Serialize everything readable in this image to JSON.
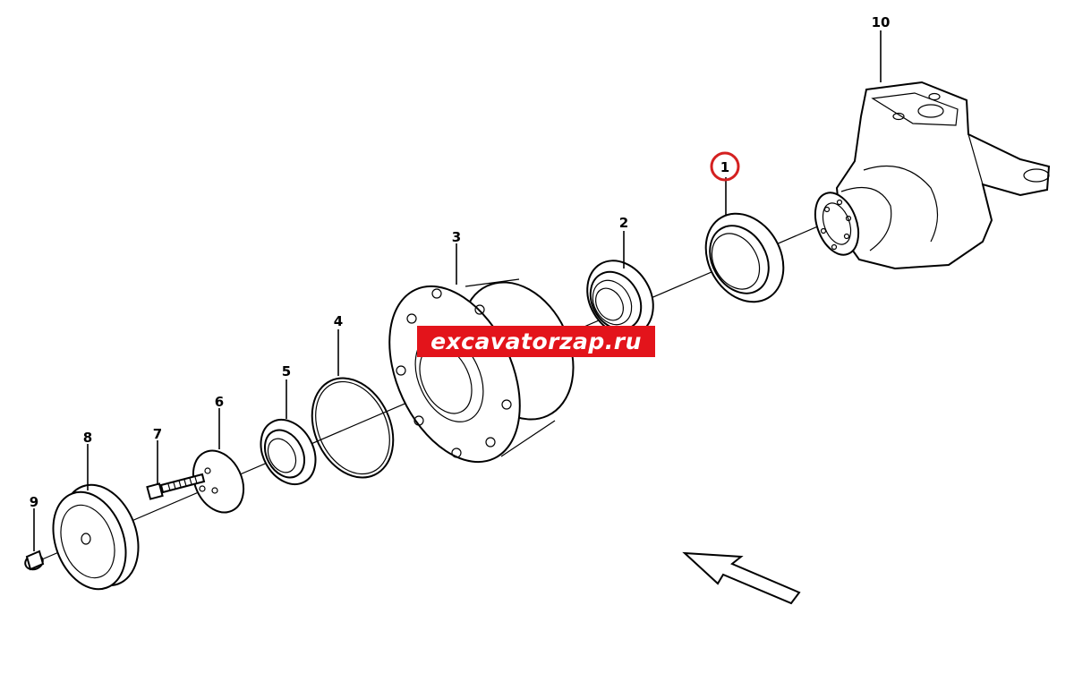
{
  "diagram": {
    "highlight_color": "#d42020",
    "highlighted_callout": "1",
    "parts": [
      {
        "callout": "1",
        "name": "seal-ring"
      },
      {
        "callout": "2",
        "name": "inner-bearing"
      },
      {
        "callout": "3",
        "name": "wheel-hub"
      },
      {
        "callout": "4",
        "name": "o-ring"
      },
      {
        "callout": "5",
        "name": "outer-bearing"
      },
      {
        "callout": "6",
        "name": "washer-plate"
      },
      {
        "callout": "7",
        "name": "bolt"
      },
      {
        "callout": "8",
        "name": "hub-cap"
      },
      {
        "callout": "9",
        "name": "plug"
      },
      {
        "callout": "10",
        "name": "steering-knuckle"
      }
    ],
    "direction_arrow": "assembly-direction-arrow-icon"
  },
  "watermark": {
    "text": "excavatorzap.ru",
    "background": "#e3141b",
    "color": "#ffffff"
  }
}
